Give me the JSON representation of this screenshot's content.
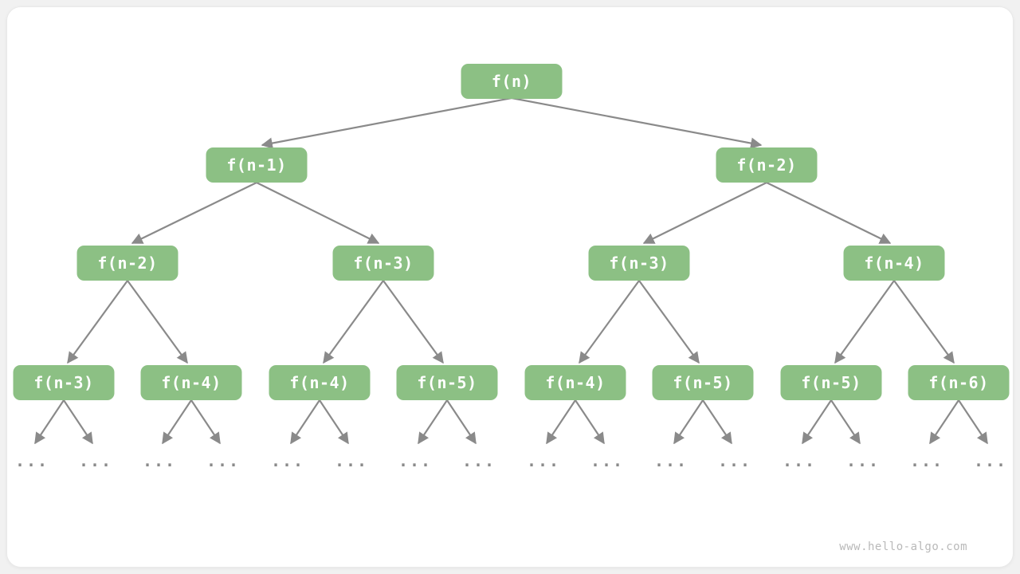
{
  "diagram": {
    "watermark": "www.hello-algo.com",
    "ellipsis": "...",
    "levels": [
      [
        "f(n)"
      ],
      [
        "f(n-1)",
        "f(n-2)"
      ],
      [
        "f(n-2)",
        "f(n-3)",
        "f(n-3)",
        "f(n-4)"
      ],
      [
        "f(n-3)",
        "f(n-4)",
        "f(n-4)",
        "f(n-5)",
        "f(n-4)",
        "f(n-5)",
        "f(n-5)",
        "f(n-6)"
      ]
    ],
    "colors": {
      "node_bg": "#8CC084",
      "node_text": "#ffffff",
      "arrow": "#8a8a8a"
    }
  }
}
